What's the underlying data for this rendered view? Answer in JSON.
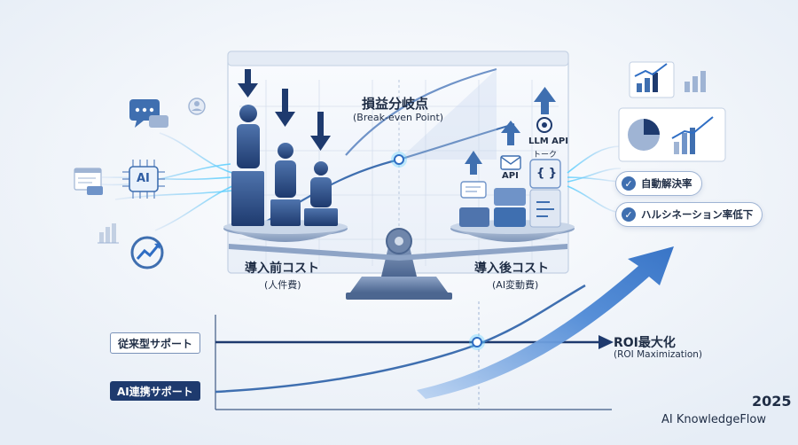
{
  "diagram": {
    "break_even_title": "損益分岐点",
    "break_even_subtitle": "(Break-even Point)",
    "before_cost_label": "導入前コスト",
    "before_cost_sub": "(人件費)",
    "after_cost_label": "導入後コスト",
    "after_cost_sub": "(AI変動費)",
    "ai_chip_label": "AI",
    "api_label": "API",
    "llm_api_label": "LLM API",
    "token_label": "トーク",
    "code_glyph": "{ }",
    "roi_label": "ROI最大化",
    "roi_sub": "(ROI Maximization)",
    "legacy_support": "従来型サポート",
    "ai_support": "AI連携サポート",
    "metrics": [
      {
        "label": "自動解決率"
      },
      {
        "label": "ハルシネーション率低下"
      }
    ],
    "year": "2025",
    "brand": "AI KnowledgeFlow"
  },
  "colors": {
    "navy": "#1e3a6e",
    "blue": "#3f6fb0",
    "light_blue": "#9fc0e8",
    "glow": "#5ad0ff",
    "background": "#f4f7fb"
  },
  "icons": [
    "chat-bubble-icon",
    "user-icon",
    "ai-chip-icon",
    "bar-chart-icon",
    "growth-cycle-icon",
    "document-icon",
    "down-arrow-icon",
    "up-arrow-icon",
    "mail-icon",
    "openai-logo-icon",
    "pie-chart-icon",
    "trend-chart-icon",
    "check-icon",
    "person-icon",
    "server-block-icon"
  ]
}
